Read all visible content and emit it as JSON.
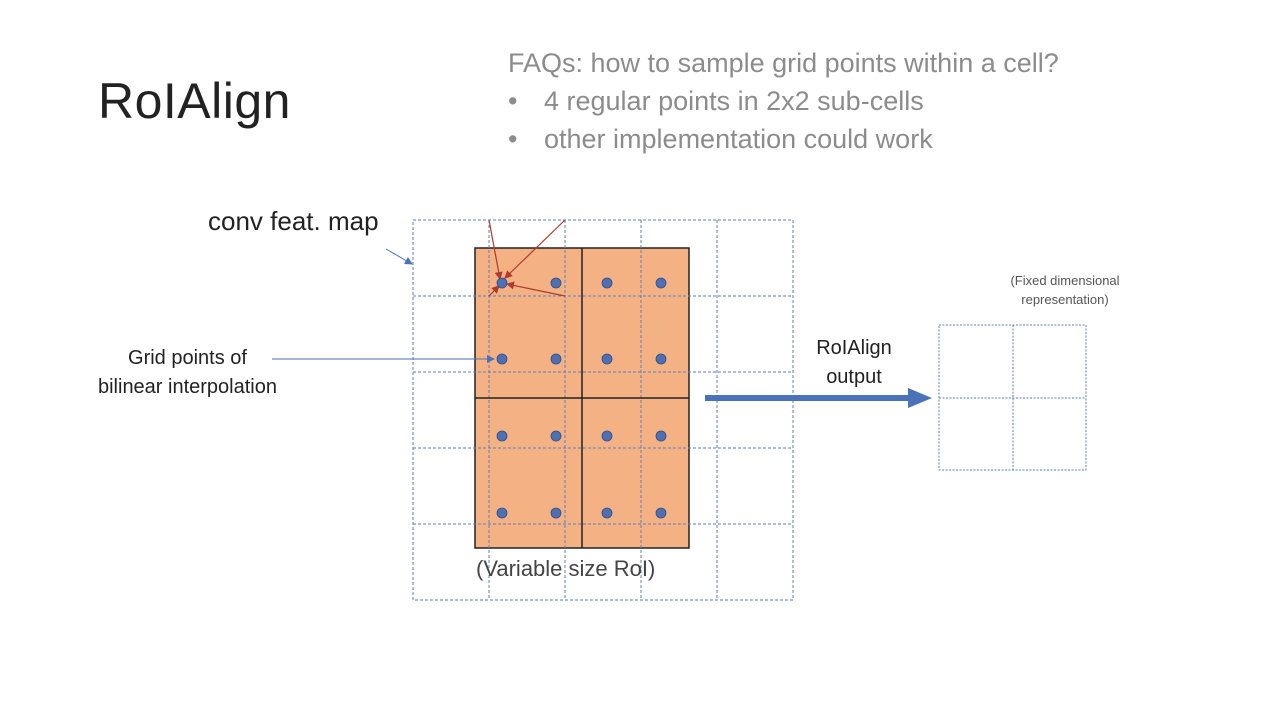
{
  "slide": {
    "title": "RoIAlign",
    "faq": {
      "heading": "FAQs: how to sample grid points within a cell?",
      "bullets": [
        "4 regular points in 2x2 sub-cells",
        "other implementation could work"
      ],
      "bullet_glyph": "•"
    }
  },
  "diagram": {
    "conv_feat_map_label": "conv feat. map",
    "grid_points_label_line1": "Grid points of",
    "grid_points_label_line2": "bilinear interpolation",
    "roi_label": "(Variable size RoI)",
    "output_label_line1": "RoIAlign",
    "output_label_line2": "output",
    "fixed_label_line1": "(Fixed dimensional",
    "fixed_label_line2": "representation)",
    "feature_map_cells": "5x5",
    "roi_bins": "2x2",
    "output_bins": "2x2",
    "samples_per_bin": 4
  },
  "colors": {
    "roi_fill": "#f4b183",
    "sample_point": "#4f6fb0",
    "grid_dash": "#5b7fbf",
    "arrow_blue": "#4a72b8",
    "interp_arrow": "#b03a2e",
    "title_text": "#222222",
    "faq_text": "#8c8c8c"
  }
}
